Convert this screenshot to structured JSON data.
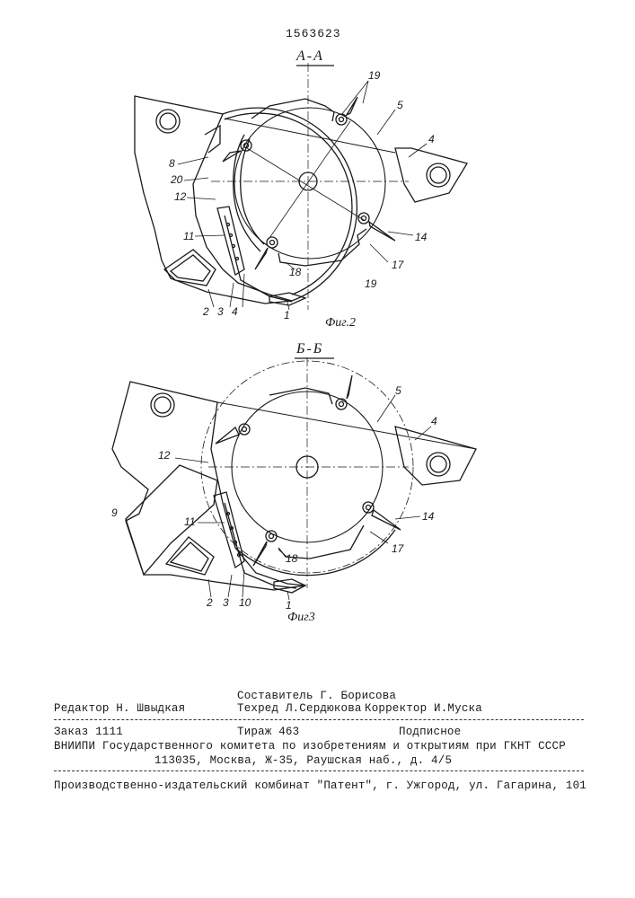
{
  "patent_number": "1563623",
  "figure2": {
    "section_title": "А-А",
    "caption": "Фиг.2",
    "labels": [
      "19",
      "5",
      "4",
      "8",
      "20",
      "12",
      "11",
      "14",
      "17",
      "18",
      "19",
      "2",
      "3",
      "4",
      "1"
    ]
  },
  "figure3": {
    "section_title": "Б-Б",
    "caption": "Фиг3",
    "labels": [
      "5",
      "4",
      "12",
      "9",
      "11",
      "14",
      "17",
      "18",
      "2",
      "3",
      "10",
      "1"
    ]
  },
  "footer": {
    "editor": "Редактор Н. Швыдкая",
    "compiler": "Составитель Г. Борисова",
    "techred": "Техред Л.Сердюкова",
    "corrector": "Корректор И.Муска",
    "order": "Заказ 1111",
    "circulation": "Тираж 463",
    "subscription": "Подписное",
    "institute": "ВНИИПИ Государственного комитета по изобретениям и открытиям при ГКНТ СССР",
    "address": "113035, Москва, Ж-35, Раушская наб., д. 4/5",
    "publisher": "Производственно-издательский комбинат \"Патент\", г. Ужгород, ул. Гагарина, 101"
  }
}
